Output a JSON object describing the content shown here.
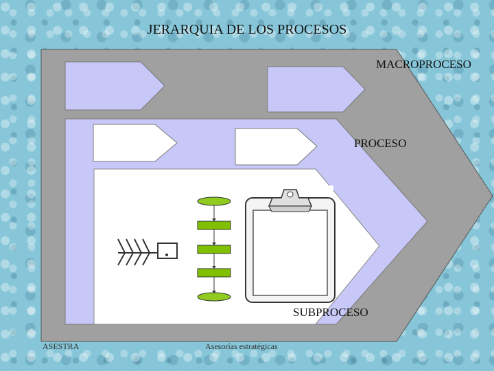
{
  "title": "JERARQUIA DE LOS PROCESOS",
  "labels": {
    "macroproceso": "MACROPROCESO",
    "proceso": "PROCESO",
    "subproceso": "SUBPROCESO"
  },
  "footer": {
    "left": "ASESTRA",
    "center": "Asesorías estratégicas"
  },
  "colors": {
    "macro_fill": "#a0a0a0",
    "proceso_fill": "#c8c8f8",
    "subproceso_fill": "#ffffff",
    "flow_box": "#80c000",
    "flow_terminal": "#90cc20"
  },
  "icons": [
    "fishbone-icon",
    "clipboard-icon"
  ]
}
